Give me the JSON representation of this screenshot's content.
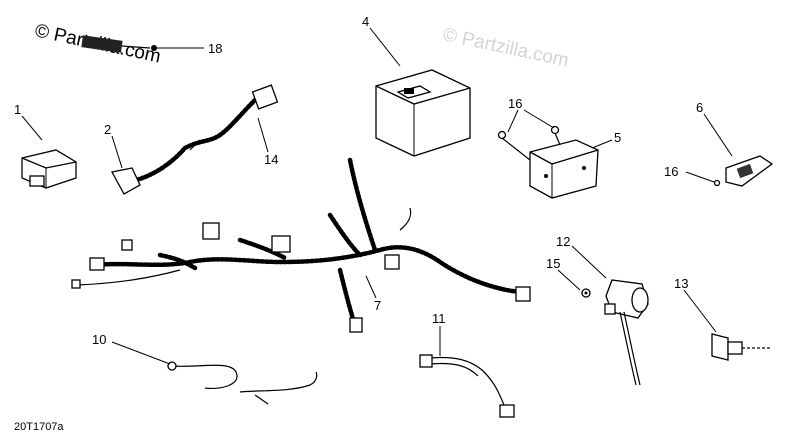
{
  "watermark": {
    "primary": "© Partzilla.com",
    "secondary": "© Partzilla.com"
  },
  "drawing_code": "20T1707a",
  "callouts": [
    {
      "id": "c1",
      "label": "1"
    },
    {
      "id": "c2",
      "label": "2"
    },
    {
      "id": "c4",
      "label": "4"
    },
    {
      "id": "c5",
      "label": "5"
    },
    {
      "id": "c6",
      "label": "6"
    },
    {
      "id": "c7",
      "label": "7"
    },
    {
      "id": "c10",
      "label": "10"
    },
    {
      "id": "c11",
      "label": "11"
    },
    {
      "id": "c12",
      "label": "12"
    },
    {
      "id": "c13",
      "label": "13"
    },
    {
      "id": "c14",
      "label": "14"
    },
    {
      "id": "c15",
      "label": "15"
    },
    {
      "id": "c16a",
      "label": "16"
    },
    {
      "id": "c16b",
      "label": "16"
    },
    {
      "id": "c18",
      "label": "18"
    }
  ]
}
